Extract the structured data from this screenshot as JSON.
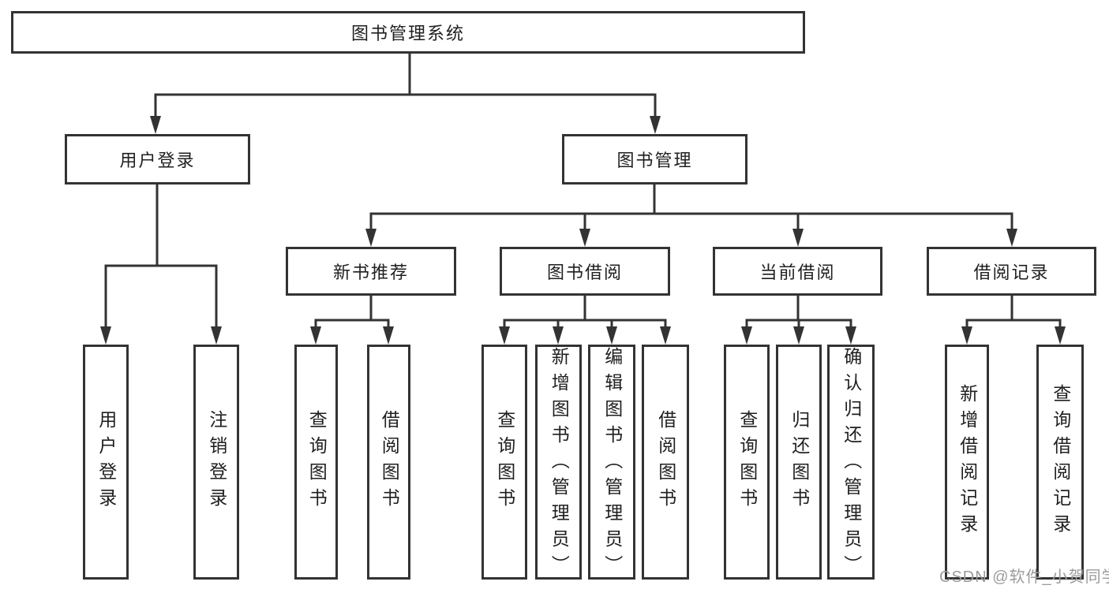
{
  "page": {
    "background": "#ffffff"
  },
  "colors": {
    "line": "#333333",
    "box_border": "#333333",
    "text": "#1f1f1f",
    "watermark": "#9b9b9b"
  },
  "watermark": {
    "text": "CSDN @软件_小贺同学"
  },
  "tree": {
    "root": {
      "label": "图书管理系统"
    },
    "branches": [
      {
        "label": "用户登录",
        "children": [
          {
            "label": "用户登录"
          },
          {
            "label": "注销登录"
          }
        ]
      },
      {
        "label": "图书管理",
        "children": [
          {
            "label": "新书推荐",
            "children": [
              {
                "label": "查询图书"
              },
              {
                "label": "借阅图书"
              }
            ]
          },
          {
            "label": "图书借阅",
            "children": [
              {
                "label": "查询图书"
              },
              {
                "label": "新增图书（管理员）"
              },
              {
                "label": "编辑图书（管理员）"
              },
              {
                "label": "借阅图书"
              }
            ]
          },
          {
            "label": "当前借阅",
            "children": [
              {
                "label": "查询图书"
              },
              {
                "label": "归还图书"
              },
              {
                "label": "确认归还（管理员）"
              }
            ]
          },
          {
            "label": "借阅记录",
            "children": [
              {
                "label": "新增借阅记录"
              },
              {
                "label": "查询借阅记录"
              }
            ]
          }
        ]
      }
    ]
  }
}
